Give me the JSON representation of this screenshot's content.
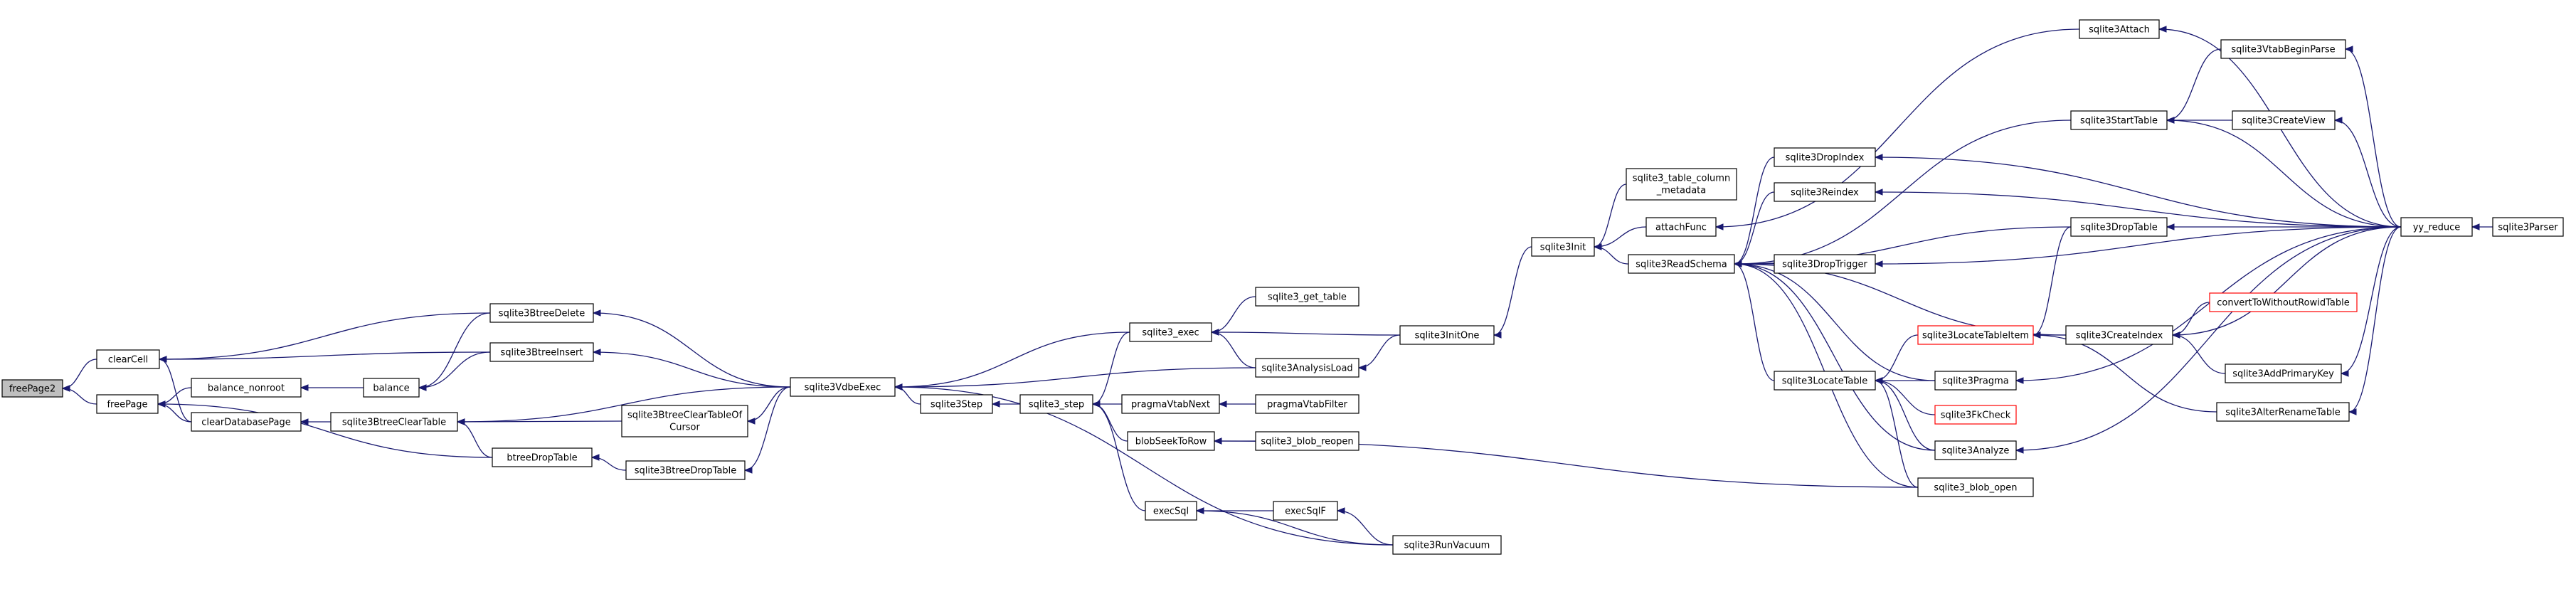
{
  "nodes": {
    "freePage2": {
      "label": "freePage2",
      "highlight": true
    },
    "clearCell": {
      "label": "clearCell"
    },
    "freePage": {
      "label": "freePage"
    },
    "balance_nonroot": {
      "label": "balance_nonroot"
    },
    "clearDatabasePage": {
      "label": "clearDatabasePage"
    },
    "balance": {
      "label": "balance"
    },
    "sqlite3BtreeClearTable": {
      "label": "sqlite3BtreeClearTable"
    },
    "sqlite3BtreeDelete": {
      "label": "sqlite3BtreeDelete"
    },
    "sqlite3BtreeInsert": {
      "label": "sqlite3BtreeInsert"
    },
    "sqlite3BtreeClearTableOfCursor": {
      "label1": "sqlite3BtreeClearTableOf",
      "label2": "Cursor"
    },
    "btreeDropTable": {
      "label": "btreeDropTable"
    },
    "sqlite3BtreeDropTable": {
      "label": "sqlite3BtreeDropTable"
    },
    "sqlite3VdbeExec": {
      "label": "sqlite3VdbeExec"
    },
    "sqlite3Step": {
      "label": "sqlite3Step"
    },
    "sqlite3_step": {
      "label": "sqlite3_step"
    },
    "sqlite3_exec": {
      "label": "sqlite3_exec"
    },
    "sqlite3_get_table": {
      "label": "sqlite3_get_table"
    },
    "sqlite3AnalysisLoad": {
      "label": "sqlite3AnalysisLoad"
    },
    "pragmaVtabNext": {
      "label": "pragmaVtabNext"
    },
    "pragmaVtabFilter": {
      "label": "pragmaVtabFilter"
    },
    "blobSeekToRow": {
      "label": "blobSeekToRow"
    },
    "sqlite3_blob_reopen": {
      "label": "sqlite3_blob_reopen"
    },
    "execSql": {
      "label": "execSql"
    },
    "execSqlF": {
      "label": "execSqlF"
    },
    "sqlite3RunVacuum": {
      "label": "sqlite3RunVacuum"
    },
    "sqlite3InitOne": {
      "label": "sqlite3InitOne"
    },
    "sqlite3Init": {
      "label": "sqlite3Init"
    },
    "sqlite3_table_column_metadata": {
      "label1": "sqlite3_table_column",
      "label2": "_metadata"
    },
    "attachFunc": {
      "label": "attachFunc"
    },
    "sqlite3ReadSchema": {
      "label": "sqlite3ReadSchema"
    },
    "sqlite3DropIndex": {
      "label": "sqlite3DropIndex"
    },
    "sqlite3Reindex": {
      "label": "sqlite3Reindex"
    },
    "sqlite3DropTrigger": {
      "label": "sqlite3DropTrigger"
    },
    "sqlite3LocateTable": {
      "label": "sqlite3LocateTable"
    },
    "sqlite3Attach": {
      "label": "sqlite3Attach"
    },
    "sqlite3StartTable": {
      "label": "sqlite3StartTable"
    },
    "sqlite3DropTable": {
      "label": "sqlite3DropTable"
    },
    "sqlite3LocateTableItem": {
      "label": "sqlite3LocateTableItem",
      "truncated": true
    },
    "sqlite3Pragma": {
      "label": "sqlite3Pragma"
    },
    "sqlite3FkCheck": {
      "label": "sqlite3FkCheck",
      "truncated": true
    },
    "sqlite3Analyze": {
      "label": "sqlite3Analyze"
    },
    "sqlite3_blob_open": {
      "label": "sqlite3_blob_open"
    },
    "sqlite3CreateIndex": {
      "label": "sqlite3CreateIndex"
    },
    "sqlite3VtabBeginParse": {
      "label": "sqlite3VtabBeginParse"
    },
    "sqlite3CreateView": {
      "label": "sqlite3CreateView"
    },
    "convertToWithoutRowidTable": {
      "label": "convertToWithoutRowidTable",
      "truncated": true
    },
    "sqlite3AddPrimaryKey": {
      "label": "sqlite3AddPrimaryKey"
    },
    "sqlite3AlterRenameTable": {
      "label": "sqlite3AlterRenameTable"
    },
    "yy_reduce": {
      "label": "yy_reduce"
    },
    "sqlite3Parser": {
      "label": "sqlite3Parser"
    }
  },
  "edges": [
    [
      "clearCell",
      "freePage2"
    ],
    [
      "freePage",
      "freePage2"
    ],
    [
      "sqlite3BtreeDelete",
      "clearCell"
    ],
    [
      "sqlite3BtreeInsert",
      "clearCell"
    ],
    [
      "clearDatabasePage",
      "clearCell"
    ],
    [
      "balance_nonroot",
      "freePage"
    ],
    [
      "clearDatabasePage",
      "freePage"
    ],
    [
      "btreeDropTable",
      "freePage"
    ],
    [
      "balance",
      "balance_nonroot"
    ],
    [
      "sqlite3BtreeClearTable",
      "clearDatabasePage"
    ],
    [
      "sqlite3BtreeDelete",
      "balance"
    ],
    [
      "sqlite3BtreeInsert",
      "balance"
    ],
    [
      "sqlite3VdbeExec",
      "sqlite3BtreeClearTable"
    ],
    [
      "sqlite3BtreeClearTableOfCursor",
      "sqlite3BtreeClearTable"
    ],
    [
      "btreeDropTable",
      "sqlite3BtreeClearTable"
    ],
    [
      "sqlite3VdbeExec",
      "sqlite3BtreeDelete"
    ],
    [
      "sqlite3VdbeExec",
      "sqlite3BtreeInsert"
    ],
    [
      "sqlite3VdbeExec",
      "sqlite3BtreeClearTableOfCursor"
    ],
    [
      "sqlite3BtreeDropTable",
      "btreeDropTable"
    ],
    [
      "sqlite3VdbeExec",
      "sqlite3BtreeDropTable"
    ],
    [
      "sqlite3Step",
      "sqlite3VdbeExec"
    ],
    [
      "sqlite3_step",
      "sqlite3Step"
    ],
    [
      "sqlite3_exec",
      "sqlite3_step"
    ],
    [
      "pragmaVtabNext",
      "sqlite3_step"
    ],
    [
      "blobSeekToRow",
      "sqlite3_step"
    ],
    [
      "execSql",
      "sqlite3_step"
    ],
    [
      "sqlite3_get_table",
      "sqlite3_exec"
    ],
    [
      "sqlite3AnalysisLoad",
      "sqlite3_exec"
    ],
    [
      "sqlite3InitOne",
      "sqlite3_exec"
    ],
    [
      "sqlite3_exec",
      "sqlite3VdbeExec"
    ],
    [
      "sqlite3AnalysisLoad",
      "sqlite3VdbeExec"
    ],
    [
      "sqlite3InitOne",
      "sqlite3AnalysisLoad"
    ],
    [
      "pragmaVtabFilter",
      "pragmaVtabNext"
    ],
    [
      "sqlite3_blob_reopen",
      "blobSeekToRow"
    ],
    [
      "sqlite3_blob_open",
      "blobSeekToRow"
    ],
    [
      "execSqlF",
      "execSql"
    ],
    [
      "sqlite3RunVacuum",
      "execSql"
    ],
    [
      "sqlite3RunVacuum",
      "execSqlF"
    ],
    [
      "sqlite3RunVacuum",
      "sqlite3VdbeExec"
    ],
    [
      "sqlite3Init",
      "sqlite3InitOne"
    ],
    [
      "sqlite3_table_column_metadata",
      "sqlite3Init"
    ],
    [
      "attachFunc",
      "sqlite3Init"
    ],
    [
      "sqlite3ReadSchema",
      "sqlite3Init"
    ],
    [
      "sqlite3Attach",
      "attachFunc"
    ],
    [
      "sqlite3DropIndex",
      "sqlite3ReadSchema"
    ],
    [
      "sqlite3Reindex",
      "sqlite3ReadSchema"
    ],
    [
      "sqlite3DropTrigger",
      "sqlite3ReadSchema"
    ],
    [
      "sqlite3LocateTable",
      "sqlite3ReadSchema"
    ],
    [
      "sqlite3StartTable",
      "sqlite3ReadSchema"
    ],
    [
      "sqlite3DropTable",
      "sqlite3ReadSchema"
    ],
    [
      "sqlite3CreateIndex",
      "sqlite3ReadSchema"
    ],
    [
      "sqlite3Pragma",
      "sqlite3ReadSchema"
    ],
    [
      "sqlite3Analyze",
      "sqlite3ReadSchema"
    ],
    [
      "sqlite3_blob_open",
      "sqlite3ReadSchema"
    ],
    [
      "sqlite3LocateTableItem",
      "sqlite3LocateTable"
    ],
    [
      "sqlite3Pragma",
      "sqlite3LocateTable"
    ],
    [
      "sqlite3FkCheck",
      "sqlite3LocateTable"
    ],
    [
      "sqlite3Analyze",
      "sqlite3LocateTable"
    ],
    [
      "sqlite3_blob_open",
      "sqlite3LocateTable"
    ],
    [
      "sqlite3DropTable",
      "sqlite3LocateTableItem"
    ],
    [
      "sqlite3CreateIndex",
      "sqlite3LocateTableItem"
    ],
    [
      "sqlite3AlterRenameTable",
      "sqlite3LocateTableItem"
    ],
    [
      "sqlite3VtabBeginParse",
      "sqlite3StartTable"
    ],
    [
      "sqlite3CreateView",
      "sqlite3StartTable"
    ],
    [
      "yy_reduce",
      "sqlite3StartTable"
    ],
    [
      "convertToWithoutRowidTable",
      "sqlite3CreateIndex"
    ],
    [
      "sqlite3AddPrimaryKey",
      "sqlite3CreateIndex"
    ],
    [
      "yy_reduce",
      "sqlite3CreateIndex"
    ],
    [
      "yy_reduce",
      "sqlite3Attach"
    ],
    [
      "yy_reduce",
      "sqlite3VtabBeginParse"
    ],
    [
      "yy_reduce",
      "sqlite3CreateView"
    ],
    [
      "yy_reduce",
      "sqlite3DropIndex"
    ],
    [
      "yy_reduce",
      "sqlite3Reindex"
    ],
    [
      "yy_reduce",
      "sqlite3DropTable"
    ],
    [
      "yy_reduce",
      "sqlite3DropTrigger"
    ],
    [
      "yy_reduce",
      "sqlite3AddPrimaryKey"
    ],
    [
      "yy_reduce",
      "sqlite3AlterRenameTable"
    ],
    [
      "yy_reduce",
      "sqlite3Pragma"
    ],
    [
      "yy_reduce",
      "sqlite3Analyze"
    ],
    [
      "sqlite3Parser",
      "yy_reduce"
    ]
  ],
  "colors": {
    "edge": "#191970",
    "highlight_fill": "#bfbfbf",
    "truncated_border": "#ff0000",
    "node_border": "#000000"
  }
}
